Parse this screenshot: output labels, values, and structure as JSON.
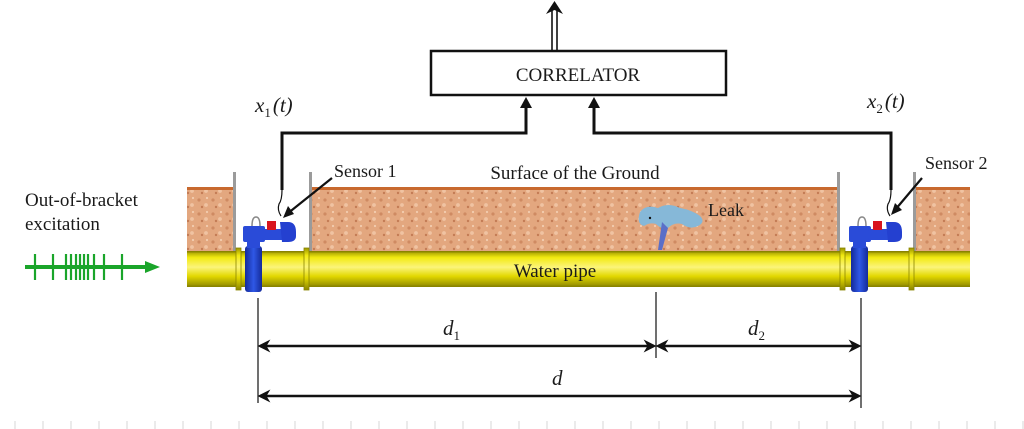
{
  "figure": {
    "title": "Leak detection correlator schematic",
    "correlator_label": "CORRELATOR",
    "signals": {
      "sensor1_signal": {
        "base": "x",
        "sub": "1",
        "arg": "(t)"
      },
      "sensor2_signal": {
        "base": "x",
        "sub": "2",
        "arg": "(t)"
      }
    },
    "sensors": [
      {
        "label": "Sensor 1"
      },
      {
        "label": "Sensor 2"
      }
    ],
    "ground_label": "Surface of the Ground",
    "leak_label": "Leak",
    "pipe_label": "Water pipe",
    "excitation_label_line1": "Out-of-bracket",
    "excitation_label_line2": "excitation",
    "distances": {
      "d1": {
        "base": "d",
        "sub": "1"
      },
      "d2": {
        "base": "d",
        "sub": "2"
      },
      "d": {
        "base": "d",
        "sub": ""
      }
    },
    "colors": {
      "soil": "#e0a27c",
      "soil_top": "#c8692e",
      "pipe": "#e8e000",
      "pipe_dark": "#a8a000",
      "valve": "#1f3fcf",
      "sensor": "#d8141e",
      "leak_water": "#86b8d8",
      "excitation": "#1aa52a",
      "wire": "#111111"
    }
  }
}
